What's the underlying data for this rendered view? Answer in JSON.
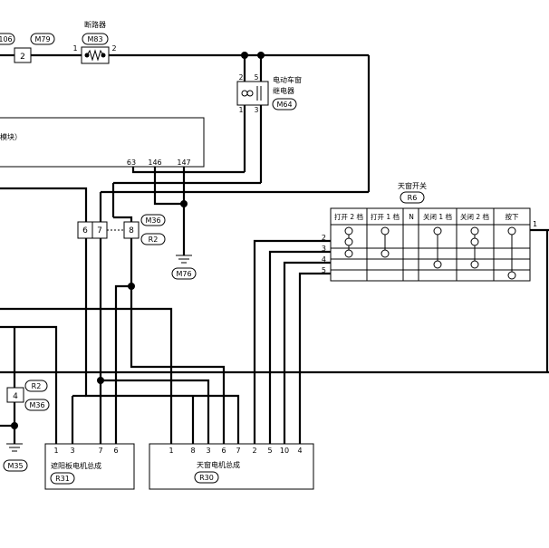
{
  "breaker": {
    "title": "断路器",
    "code": "M83",
    "pin1": "1",
    "pin2": "2"
  },
  "top_left": {
    "code_partial": "106",
    "code": "M79",
    "pin": "2"
  },
  "relay": {
    "title_line1": "电动车窗",
    "title_line2": "继电器",
    "code": "M64",
    "pins": [
      "2",
      "5",
      "1",
      "3"
    ]
  },
  "module": {
    "label_partial": "模块）",
    "pins": [
      "63",
      "146",
      "147"
    ]
  },
  "connector_mid": {
    "pins": [
      "6",
      "7",
      "8"
    ],
    "codes": [
      "M36",
      "R2"
    ]
  },
  "ground_mid": {
    "code": "M76"
  },
  "sunroof_switch": {
    "title": "天窗开关",
    "code": "R6",
    "columns": [
      "打开 2 档",
      "打开 1 档",
      "N",
      "关闭 1 档",
      "关闭 2 档",
      "按下"
    ],
    "rows": [
      "2",
      "3",
      "4",
      "5"
    ],
    "pin_right": "1"
  },
  "connector_left": {
    "pin": "4",
    "codes": [
      "R2",
      "M36"
    ]
  },
  "ground_left": {
    "code": "M35"
  },
  "shade_motor": {
    "pins": [
      "1",
      "3",
      "7",
      "6"
    ],
    "title": "遮阳板电机总成",
    "code": "R31"
  },
  "sunroof_motor": {
    "pins": [
      "1",
      "8",
      "3",
      "6",
      "7",
      "2",
      "5",
      "10",
      "4"
    ],
    "title": "天窗电机总成",
    "code": "R30"
  }
}
